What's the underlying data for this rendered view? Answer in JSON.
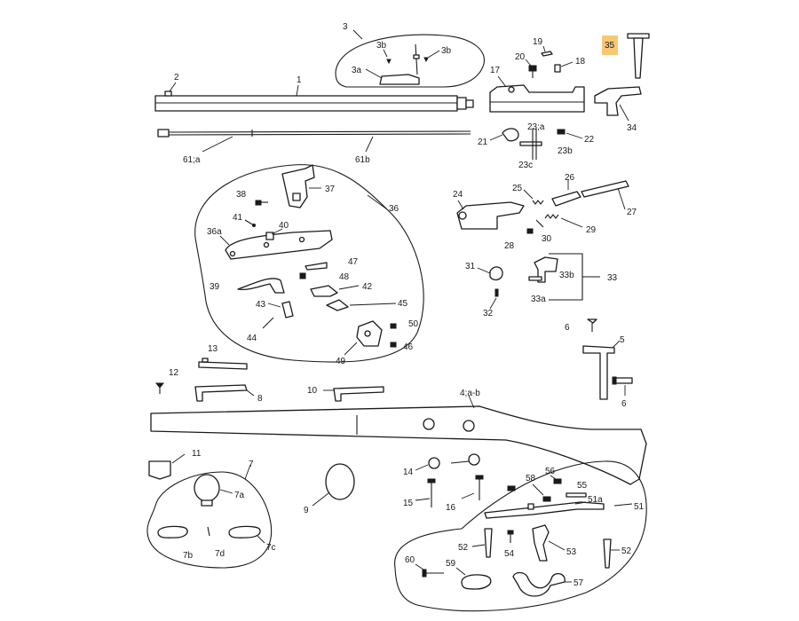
{
  "highlight_color": "#f7c873",
  "labels": {
    "p1": "1",
    "p2": "2",
    "p3": "3",
    "p3a": "3a",
    "p3b_left": "3b",
    "p3b_right": "3b",
    "p4ab": "4;a-b",
    "p5": "5",
    "p6_top": "6",
    "p6_bottom": "6",
    "p7": "7",
    "p7a": "7a",
    "p7b": "7b",
    "p7c": "7c",
    "p7d": "7d",
    "p8": "8",
    "p9": "9",
    "p10": "10",
    "p11": "11",
    "p12": "12",
    "p13": "13",
    "p14": "14",
    "p15": "15",
    "p16": "16",
    "p17": "17",
    "p18": "18",
    "p19": "19",
    "p20": "20",
    "p21": "21",
    "p22": "22",
    "p23a": "23;a",
    "p23b": "23b",
    "p23c": "23c",
    "p24": "24",
    "p25": "25",
    "p26": "26",
    "p27": "27",
    "p28": "28",
    "p29": "29",
    "p30": "30",
    "p31": "31",
    "p32": "32",
    "p33": "33",
    "p33a": "33a",
    "p33b": "33b",
    "p34": "34",
    "p35": "35",
    "p36": "36",
    "p36a": "36a",
    "p37": "37",
    "p38": "38",
    "p39": "39",
    "p40": "40",
    "p41": "41",
    "p42": "42",
    "p43": "43",
    "p44": "44",
    "p45": "45",
    "p46": "46",
    "p47": "47",
    "p48": "48",
    "p49": "49",
    "p50": "50",
    "p51": "51",
    "p51a": "51a",
    "p52_left": "52",
    "p52_right": "52",
    "p53": "53",
    "p54": "54",
    "p55": "55",
    "p56": "56",
    "p57": "57",
    "p58": "58",
    "p59": "59",
    "p60": "60",
    "p61a": "61;a",
    "p61b": "61b"
  }
}
